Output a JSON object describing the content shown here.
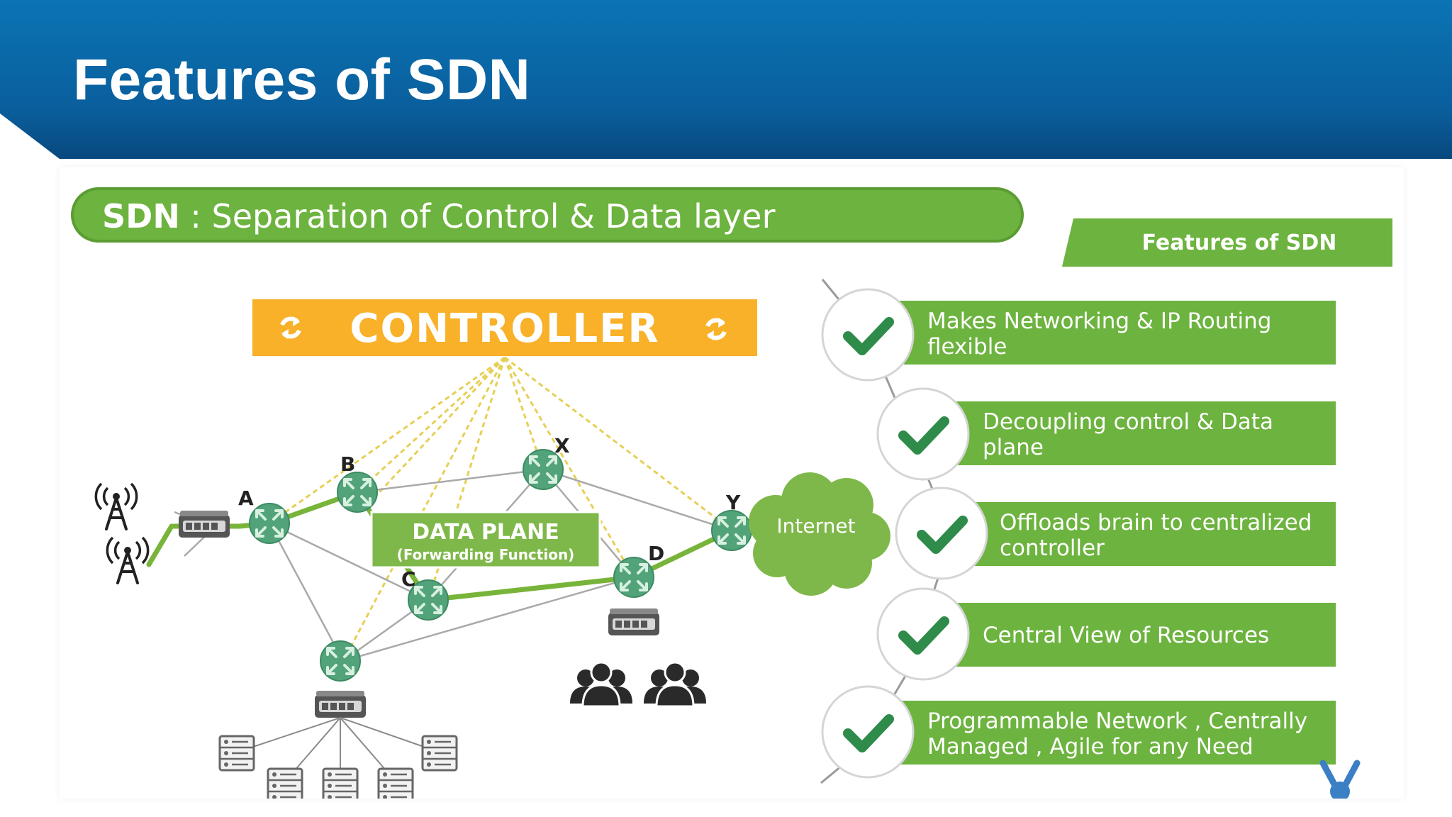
{
  "slide": {
    "title": "Features of SDN"
  },
  "banner": {
    "prefix": "SDN",
    "text": " : Separation of Control & Data layer"
  },
  "controller": {
    "label": "CONTROLLER"
  },
  "data_plane": {
    "title": "DATA PLANE",
    "subtitle": "(Forwarding Function)"
  },
  "nodes": {
    "a": "A",
    "b": "B",
    "c": "C",
    "d": "D",
    "x": "X",
    "y": "Y"
  },
  "internet": {
    "label": "Internet"
  },
  "features": {
    "heading": "Features of SDN",
    "items": [
      {
        "line1": "Makes Networking & IP Routing",
        "line2": "flexible"
      },
      {
        "line1": "Decoupling control & Data",
        "line2": "plane"
      },
      {
        "line1": "Offloads brain to centralized",
        "line2": "controller"
      },
      {
        "line1": "Central View of Resources",
        "line2": ""
      },
      {
        "line1": "Programmable Network , Centrally",
        "line2": "Managed , Agile for any Need"
      }
    ]
  },
  "colors": {
    "header_blue": "#0b6fae",
    "header_dark": "#0a4f86",
    "green": "#6db33f",
    "controller_orange": "#f9b12a",
    "router_teal": "#52a37a",
    "check_green": "#2e8b4a",
    "dashed_link": "#e6cf55"
  }
}
